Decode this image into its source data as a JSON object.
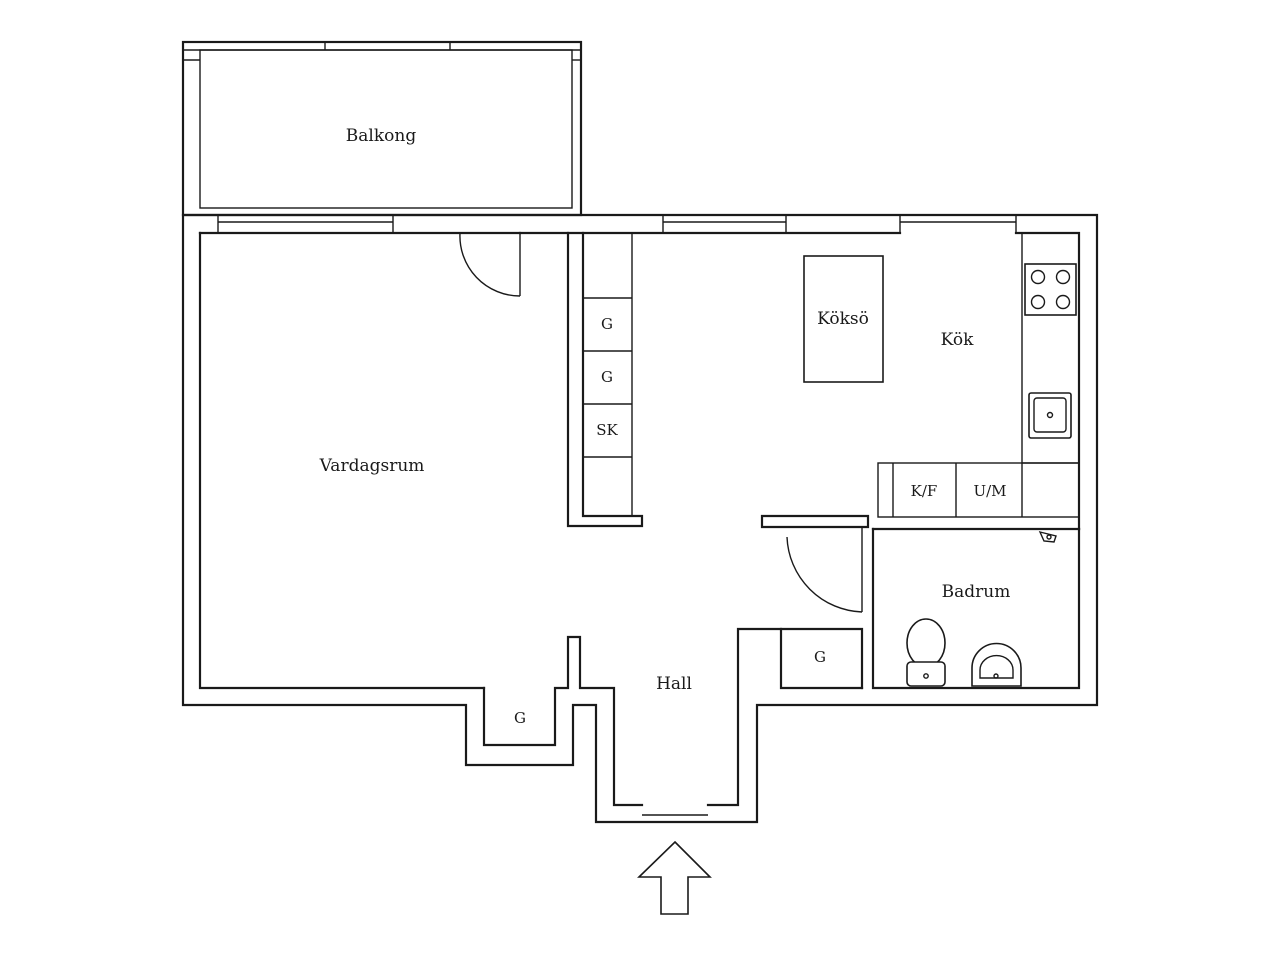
{
  "rooms": {
    "balcony": "Balkong",
    "living_room": "Vardagsrum",
    "kitchen": "Kök",
    "kitchen_island": "Köksö",
    "bathroom": "Badrum",
    "hall": "Hall"
  },
  "closets": {
    "wardrobe_1": "G",
    "wardrobe_2": "G",
    "linen": "SK",
    "fridge_freezer": "K/F",
    "dishwasher_oven": "U/M",
    "hall_wardrobe": "G",
    "bottom_wardrobe": "G"
  },
  "icons": {
    "entrance": "entrance-arrow-icon",
    "stove": "stove-icon",
    "sink": "kitchen-sink-icon",
    "toilet": "toilet-icon",
    "washbasin": "washbasin-icon",
    "shower": "shower-icon"
  }
}
